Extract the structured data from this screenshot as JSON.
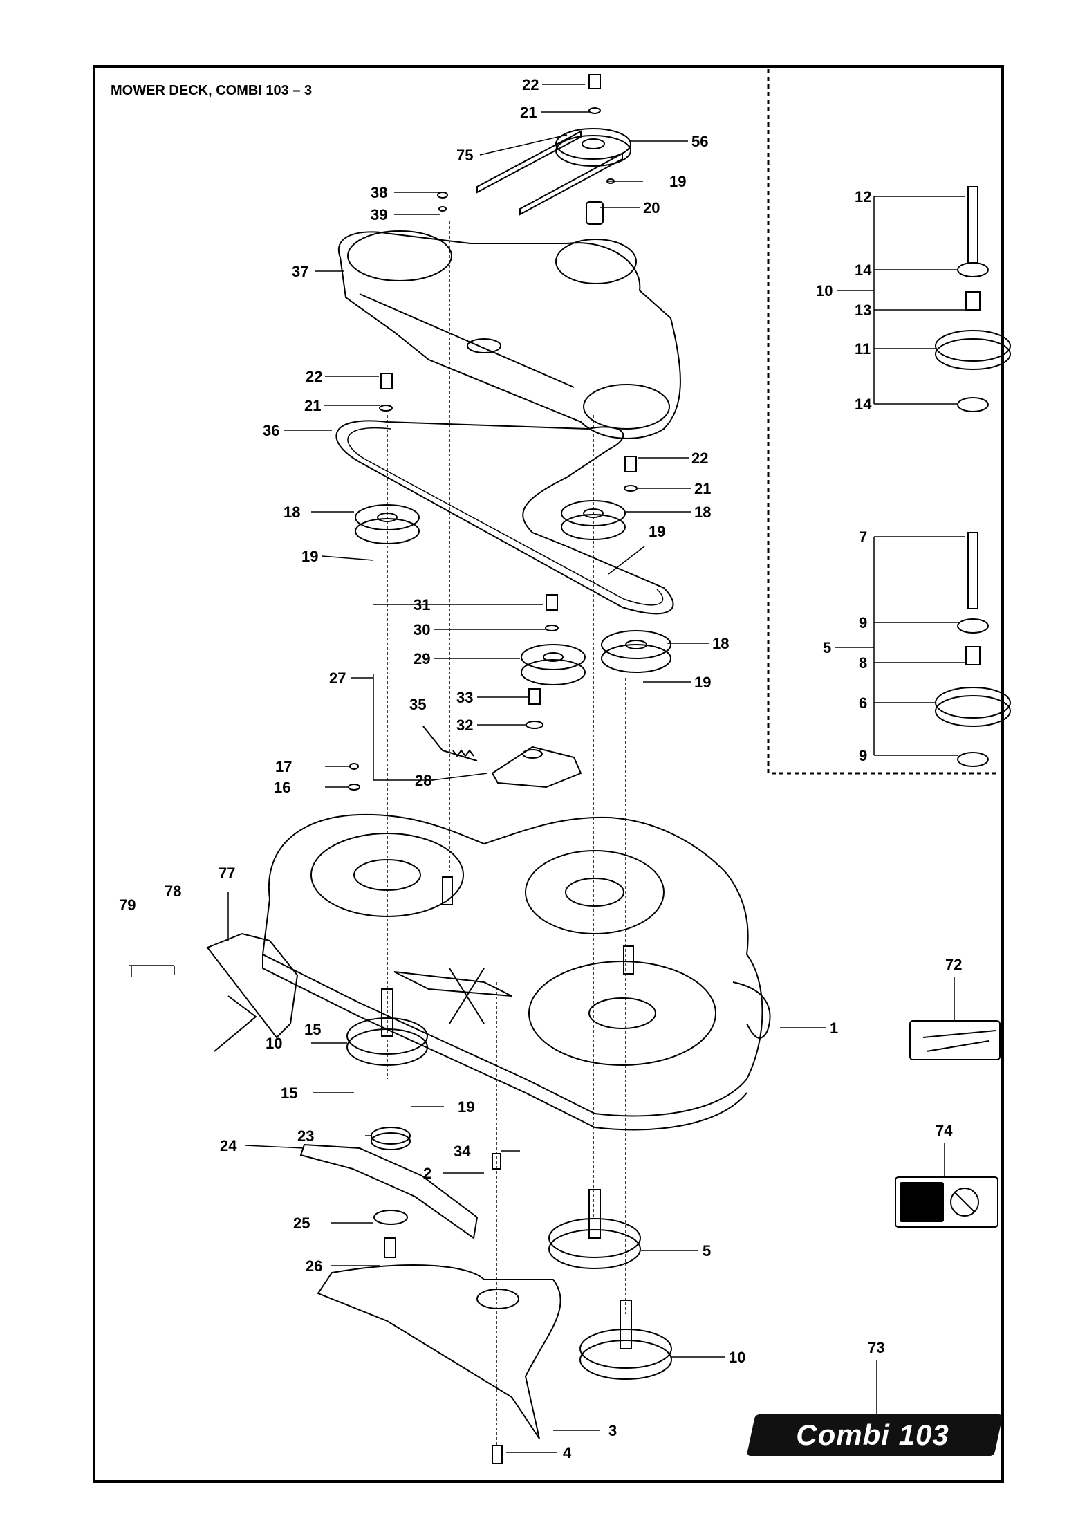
{
  "title": "MOWER DECK, COMBI 103 – 3",
  "badge": "Combi 103",
  "callouts": {
    "p22a": "22",
    "p21a": "21",
    "p75": "75",
    "p56": "56",
    "p19a": "19",
    "p20": "20",
    "p38": "38",
    "p39": "39",
    "p37": "37",
    "p22b": "22",
    "p21b": "21",
    "p36": "36",
    "p22c": "22",
    "p21c": "21",
    "p18a": "18",
    "p18b": "18",
    "p19b": "19",
    "p19c": "19",
    "p31": "31",
    "p30": "30",
    "p29": "29",
    "p27": "27",
    "p18c": "18",
    "p19d": "19",
    "p35": "35",
    "p33": "33",
    "p32": "32",
    "p17": "17",
    "p16": "16",
    "p28": "28",
    "p77": "77",
    "p78": "78",
    "p79": "79",
    "p15a": "15",
    "p10a": "10",
    "p15b": "15",
    "p19e": "19",
    "p23": "23",
    "p34": "34",
    "p24": "24",
    "p2": "2",
    "p25": "25",
    "p26": "26",
    "p5": "5",
    "p10b": "10",
    "p3": "3",
    "p4": "4",
    "p1": "1",
    "p72": "72",
    "p74": "74",
    "p73": "73",
    "k12": "12",
    "k14a": "14",
    "k10": "10",
    "k13": "13",
    "k11": "11",
    "k14b": "14",
    "k7": "7",
    "k9a": "9",
    "k5": "5",
    "k8": "8",
    "k6": "6",
    "k9b": "9"
  }
}
